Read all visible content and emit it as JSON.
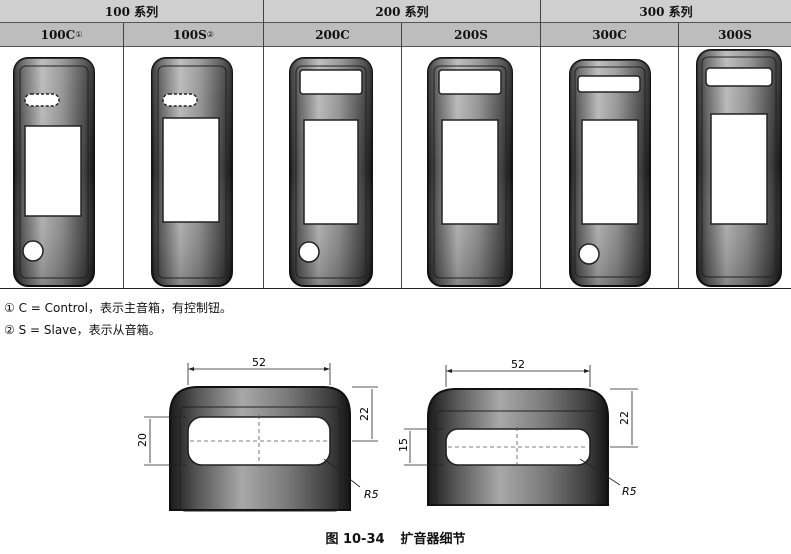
{
  "table": {
    "series": [
      {
        "label": "100 系列"
      },
      {
        "label": "200 系列"
      },
      {
        "label": "300 系列"
      }
    ],
    "models": [
      {
        "label": "100C",
        "note": "①"
      },
      {
        "label": "100S",
        "note": "②"
      },
      {
        "label": "200C",
        "note": ""
      },
      {
        "label": "200S",
        "note": ""
      },
      {
        "label": "300C",
        "note": ""
      },
      {
        "label": "300S",
        "note": ""
      }
    ]
  },
  "notes": [
    "① C = Control，表示主音箱，有控制钮。",
    "② S = Slave，表示从音箱。"
  ],
  "details": {
    "left": {
      "width": "52",
      "height": "22",
      "slot": "20",
      "radius": "R5"
    },
    "right": {
      "width": "52",
      "height": "22",
      "slot": "15",
      "radius": "R5"
    }
  },
  "caption": {
    "figure": "图 10-34",
    "title": "扩音器细节"
  }
}
